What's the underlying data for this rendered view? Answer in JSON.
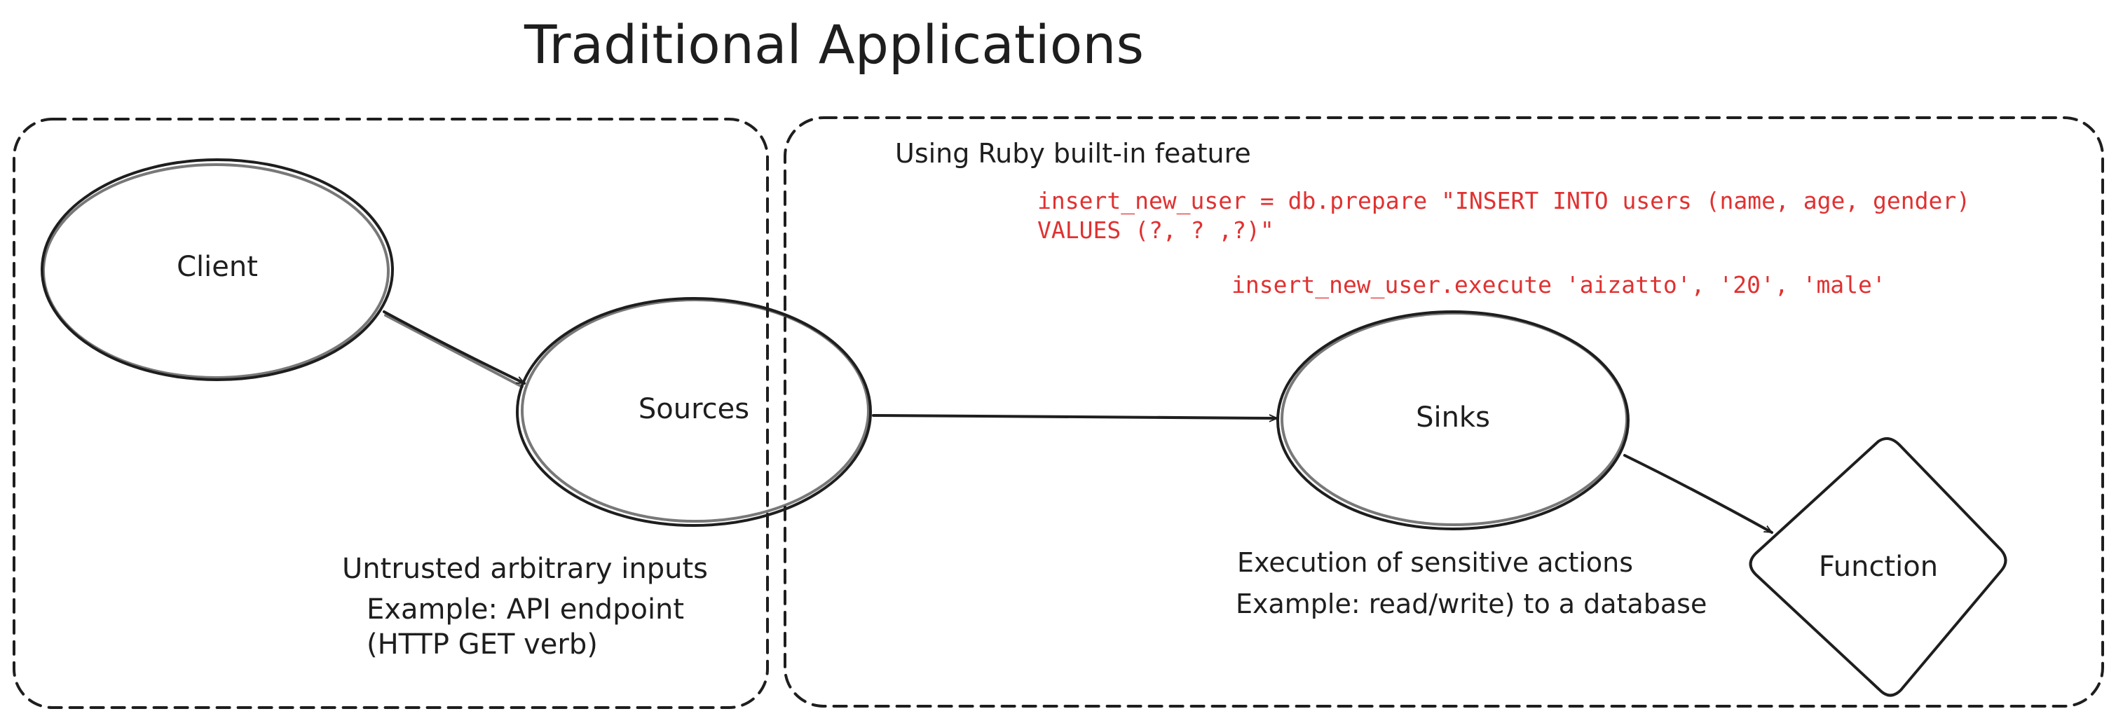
{
  "title": "Traditional Applications",
  "nodes": {
    "client": "Client",
    "sources": "Sources",
    "sinks": "Sinks",
    "function": "Function"
  },
  "notes": {
    "ruby_heading": "Using Ruby built-in feature",
    "untrusted_line1": "Untrusted arbitrary inputs",
    "untrusted_line2": "Example: API endpoint",
    "untrusted_line3": "(HTTP GET verb)",
    "execution_line1": "Execution of sensitive actions",
    "execution_line2": "Example: read/write) to a database"
  },
  "code": {
    "line1": "insert_new_user = db.prepare \"INSERT INTO users (name, age, gender)",
    "line2": "VALUES (?, ? ,?)\"",
    "line3": "insert_new_user.execute 'aizatto', '20', 'male'"
  },
  "colors": {
    "code": "#e03131",
    "ink": "#1e1e1e"
  }
}
